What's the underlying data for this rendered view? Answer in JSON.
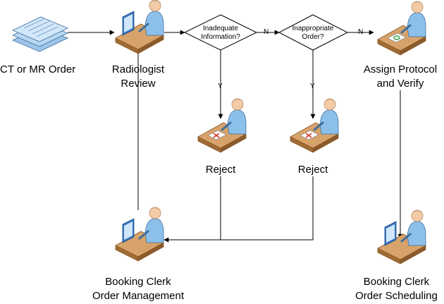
{
  "nodes": {
    "order": {
      "label": "CT or MR Order"
    },
    "radiologist": {
      "line1": "Radiologist",
      "line2": "Review"
    },
    "inadequate": {
      "line1": "Inadequate",
      "line2": "Information?"
    },
    "inappropriate": {
      "line1": "Inappropriate",
      "line2": "Order?"
    },
    "assign": {
      "line1": "Assign Protocol",
      "line2": "and Verify"
    },
    "reject1": {
      "label": "Reject"
    },
    "reject2": {
      "label": "Reject"
    },
    "clerk_mgmt": {
      "line1": "Booking Clerk",
      "line2": "Order Management"
    },
    "clerk_sched": {
      "line1": "Booking Clerk",
      "line2": "Order Scheduling"
    }
  },
  "edges": {
    "inadequate_no": "N",
    "inappropriate_no": "N",
    "inadequate_yes": "Y",
    "inappropriate_yes": "Y"
  },
  "colors": {
    "desk_top": "#c8935a",
    "desk_side": "#9b6a36",
    "person_shirt": "#7fb4e0",
    "person_skin": "#f2c9a5",
    "monitor": "#3b78c4",
    "line": "#000000",
    "diamond_fill": "#ffffff",
    "document": "#b9d7f0"
  }
}
